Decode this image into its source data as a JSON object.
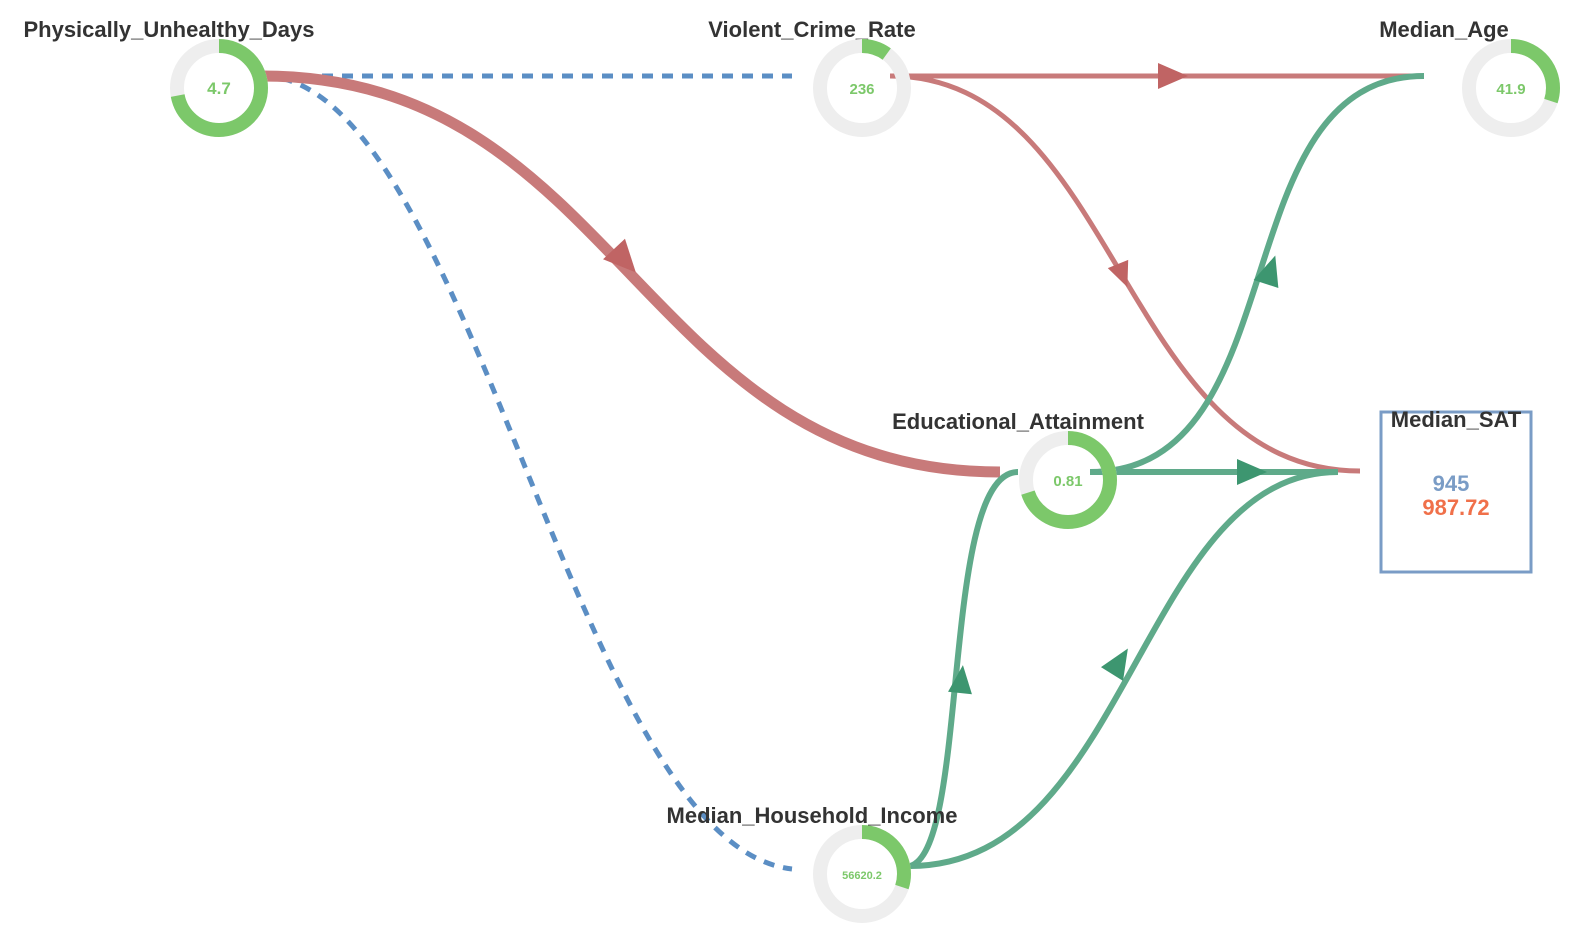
{
  "colors": {
    "negative_edge": "#c87a7a",
    "negative_arrow": "#c06464",
    "positive_edge": "#5faa8a",
    "positive_arrow": "#3d9670",
    "dashed_edge": "#5b8ec4",
    "gauge_fill": "#7cc86a",
    "gauge_track": "#eeeeee",
    "outcome_observed": "#7a9cc6",
    "outcome_predicted": "#f0704a"
  },
  "nodes": {
    "physically_unhealthy_days": {
      "label": "Physically_Unhealthy_Days",
      "value": "4.7",
      "fraction": 0.72
    },
    "violent_crime_rate": {
      "label": "Violent_Crime_Rate",
      "value": "236",
      "fraction": 0.1
    },
    "median_age": {
      "label": "Median_Age",
      "value": "41.9",
      "fraction": 0.3
    },
    "educational_attainment": {
      "label": "Educational_Attainment",
      "value": "0.81",
      "fraction": 0.7
    },
    "median_household_income": {
      "label": "Median_Household_Income",
      "value": "56620.2",
      "fraction": 0.3
    }
  },
  "outcome": {
    "label": "Median_SAT",
    "observed": "945",
    "predicted": "987.72"
  }
}
